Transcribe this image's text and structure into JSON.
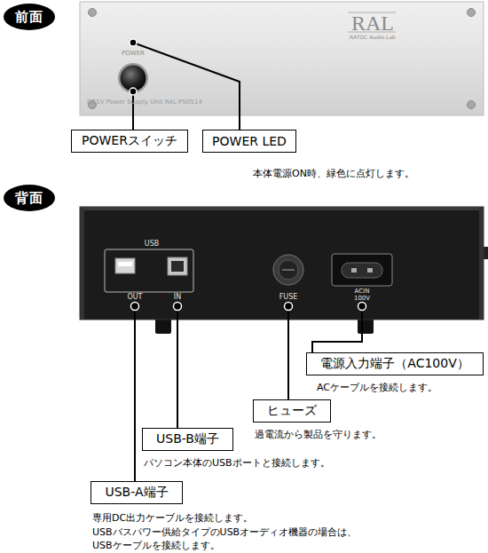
{
  "diagram": {
    "nodes": [
      {
        "text": [
          "前面"
        ]
      },
      {
        "text": [
          "POWER",
          "RAL",
          "RATOC Audio Lab",
          "DC5V Power Supply Unit RAL-PS0514"
        ]
      },
      {
        "text": [
          "POWERスイッチ"
        ]
      },
      {
        "text": [
          "POWER LED"
        ]
      },
      {
        "text": [
          "背面"
        ]
      },
      {
        "text": [
          "USB",
          "OUT",
          "IN",
          "FUSE",
          "ACIN 100V"
        ]
      },
      {
        "text": [
          "電源入力端子（AC100V）"
        ]
      },
      {
        "text": [
          "ヒューズ"
        ]
      },
      {
        "text": [
          "USB-B端子"
        ]
      },
      {
        "text": [
          "USB-A端子"
        ]
      }
    ],
    "edges": [
      {
        "from": 1,
        "to": 2,
        "arrow": "none"
      },
      {
        "from": 1,
        "to": 3,
        "arrow": "none"
      },
      {
        "from": 5,
        "to": 6,
        "arrow": "none"
      },
      {
        "from": 5,
        "to": 7,
        "arrow": "none"
      },
      {
        "from": 5,
        "to": 8,
        "arrow": "none"
      },
      {
        "from": 5,
        "to": 9,
        "arrow": "none"
      }
    ],
    "labels": [
      "本体電源ON時、緑色に点灯します。",
      "ACケーブルを接続します。",
      "過電流から製品を守ります。",
      "パソコン本体のUSBポートと接続します。",
      "専用DC出力ケーブルを接続します。 USBバスパワー供給タイプのUSBオーディオ機器の場合は、 USBケーブルを接続します。"
    ]
  }
}
